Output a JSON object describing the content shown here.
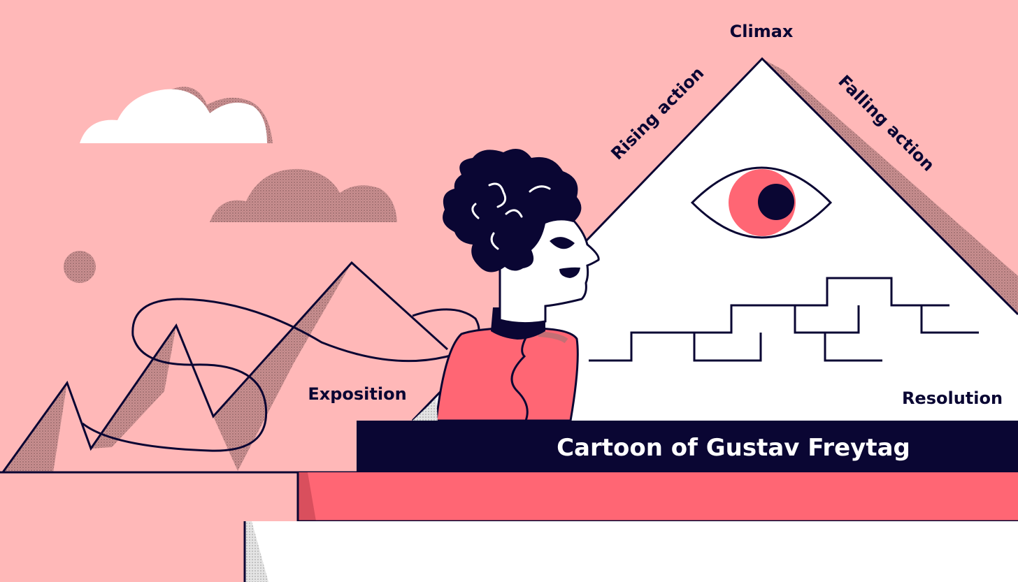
{
  "labels": {
    "climax": "Climax",
    "rising_action": "Rising action",
    "falling_action": "Falling action",
    "exposition": "Exposition",
    "resolution": "Resolution"
  },
  "banner": {
    "caption": "Cartoon of Gustav Freytag"
  },
  "colors": {
    "background": "#FFB8B8",
    "navy": "#0A0633",
    "coral": "#FF6674",
    "white": "#FFFFFF",
    "stipple": "#9C7475"
  }
}
